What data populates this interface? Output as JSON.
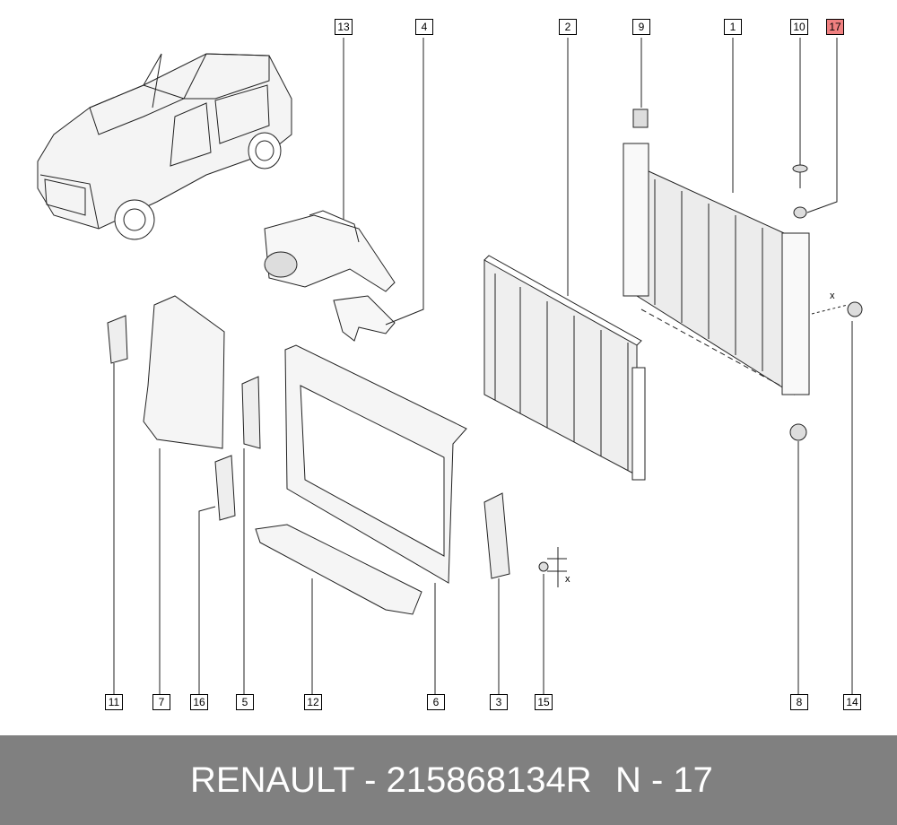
{
  "callouts": {
    "c1": "1",
    "c2": "2",
    "c3": "3",
    "c4": "4",
    "c5": "5",
    "c6": "6",
    "c7": "7",
    "c8": "8",
    "c9": "9",
    "c10": "10",
    "c11": "11",
    "c12": "12",
    "c13": "13",
    "c14": "14",
    "c15": "15",
    "c16": "16",
    "c17": "17"
  },
  "highlight_color": "#f08080",
  "dimension_marks": {
    "x1": "x",
    "x2": "x"
  },
  "footer": {
    "brand_and_part": "RENAULT - 215868134R",
    "item_ref": "N - 17",
    "background": "#808080",
    "text_color": "#ffffff"
  }
}
